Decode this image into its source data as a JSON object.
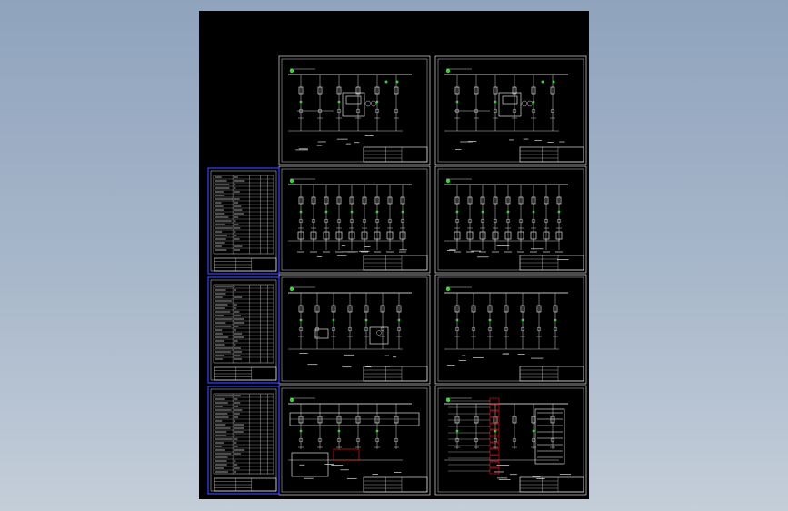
{
  "drawing": {
    "title": "",
    "colors": {
      "background": "#a9b8cb",
      "sheet": "#000000",
      "linework": "#ffffff",
      "accent_green": "#2fd82f",
      "accent_blue": "#3344ff",
      "accent_red": "#ff2222"
    },
    "panels": [
      {
        "name": "schematic-main-left"
      },
      {
        "name": "schematic-main-right"
      },
      {
        "name": "schematic-distribution-left"
      },
      {
        "name": "schematic-distribution-right"
      },
      {
        "name": "schematic-lighting-left"
      },
      {
        "name": "schematic-motor-right"
      },
      {
        "name": "schematic-control-left"
      },
      {
        "name": "schematic-terminal-right"
      },
      {
        "name": "equipment-table-1"
      },
      {
        "name": "equipment-table-2"
      },
      {
        "name": "equipment-table-3"
      }
    ]
  }
}
